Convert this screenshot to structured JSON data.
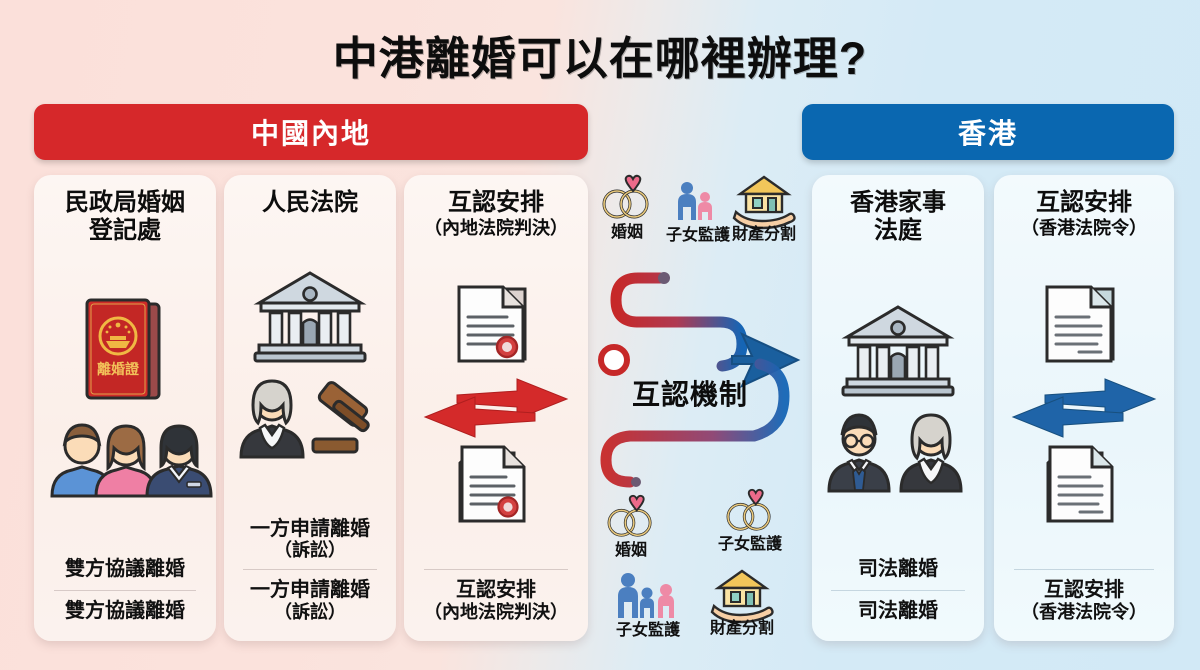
{
  "page": {
    "title": "中港離婚可以在哪裡辦理?",
    "bg_left_color": "#fbe0da",
    "bg_right_color": "#d2e9f6"
  },
  "regions": [
    {
      "key": "mainland",
      "label": "中國內地",
      "color": "#d6282a"
    },
    {
      "key": "hongkong",
      "label": "香港",
      "color": "#0a67b0"
    }
  ],
  "cards": [
    {
      "id": "civil-affairs-bureau",
      "region": "mainland",
      "title": "民政局婚姻",
      "title2": "登記處",
      "subtitle": "",
      "icons": [
        "divorce-certificate-icon",
        "couple-icon",
        "registrar-officer-icon"
      ],
      "certificate_text": "離婚證",
      "footer_primary": "雙方協議離婚",
      "footer_primary_paren": "",
      "footer_secondary": "雙方協議離婚",
      "footer_secondary_paren": ""
    },
    {
      "id": "peoples-court",
      "region": "mainland",
      "title": "人民法院",
      "title2": "",
      "subtitle": "",
      "icons": [
        "courthouse-icon",
        "judge-icon",
        "gavel-icon"
      ],
      "certificate_text": "",
      "footer_primary": "一方申請離婚",
      "footer_primary_paren": "（訴訟）",
      "footer_secondary": "一方申請離婚",
      "footer_secondary_paren": "（訴訟）"
    },
    {
      "id": "mutual-recognition-mainland",
      "region": "mainland",
      "title": "互認安排",
      "title2": "",
      "subtitle": "（內地法院判決）",
      "icons": [
        "sealed-documents-icon",
        "red-two-way-arrow-icon",
        "sealed-document-icon"
      ],
      "certificate_text": "",
      "footer_primary": "互認安排",
      "footer_primary_paren": "（內地法院判決）",
      "footer_secondary": "",
      "footer_secondary_paren": ""
    },
    {
      "id": "hk-family-court",
      "region": "hongkong",
      "title": "香港家事",
      "title2": "法庭",
      "subtitle": "",
      "icons": [
        "courthouse-icon",
        "lawyer-icon",
        "judge-icon"
      ],
      "certificate_text": "",
      "footer_primary": "司法離婚",
      "footer_primary_paren": "",
      "footer_secondary": "司法離婚",
      "footer_secondary_paren": ""
    },
    {
      "id": "mutual-recognition-hk",
      "region": "hongkong",
      "title": "互認安排",
      "title2": "",
      "subtitle": "（香港法院令）",
      "icons": [
        "documents-icon",
        "blue-two-way-arrow-icon",
        "document-icon"
      ],
      "certificate_text": "",
      "footer_primary": "互認安排",
      "footer_primary_paren": "（香港法院令）",
      "footer_secondary": "",
      "footer_secondary_paren": ""
    }
  ],
  "center": {
    "mechanism_label": "互認機制",
    "top_icons": [
      {
        "icon": "wedding-rings-icon",
        "label": "婚姻"
      },
      {
        "icon": "family-icon",
        "label": "子女監護"
      },
      {
        "icon": "house-in-hand-icon",
        "label": "財產分割"
      }
    ],
    "bottom_icons": [
      {
        "icon": "wedding-rings-icon",
        "label": "婚姻"
      },
      {
        "icon": "wedding-rings-icon",
        "label": "子女監護"
      },
      {
        "icon": "family-icon",
        "label": "子女監護"
      },
      {
        "icon": "house-in-hand-icon",
        "label": "財產分割"
      }
    ],
    "flow_start_color": "#c62828",
    "flow_end_color": "#1565b5"
  }
}
